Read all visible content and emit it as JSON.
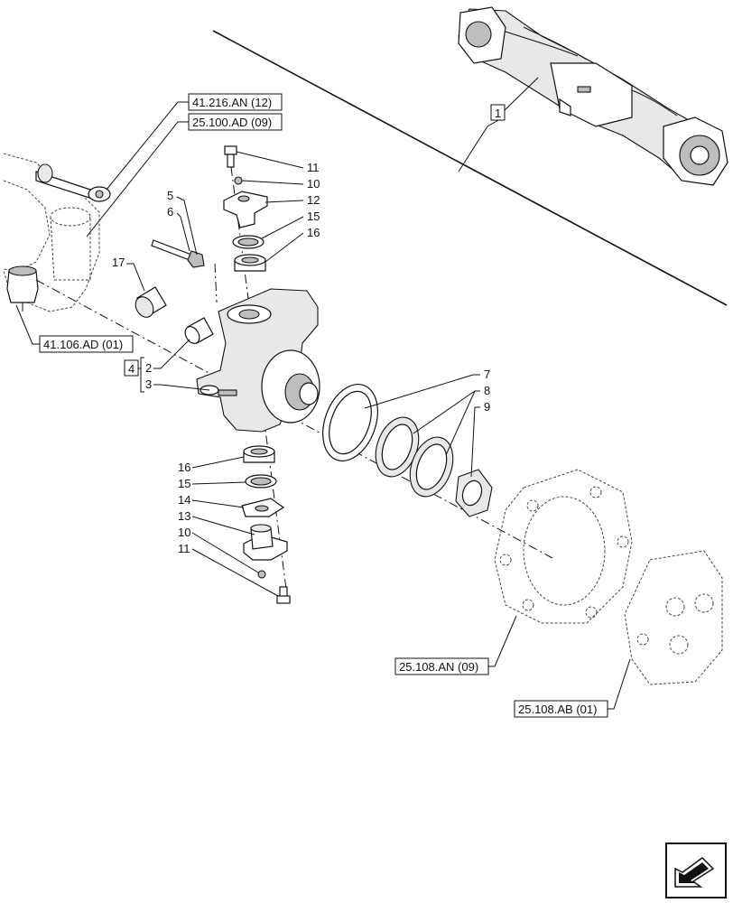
{
  "references": {
    "r1": "41.216.AN (12)",
    "r2": "25.100.AD (09)",
    "r3": "41.106.AD (01)",
    "r4": "25.108.AN (09)",
    "r5": "25.108.AB (01)"
  },
  "assembly_box": "1",
  "group_box": "4",
  "callouts": {
    "c1": "11",
    "c2": "10",
    "c3": "12",
    "c4": "15",
    "c5": "16",
    "c6": "5",
    "c7": "6",
    "c8": "17",
    "c9": "2",
    "c10": "3",
    "c11": "7",
    "c12": "8",
    "c13": "9",
    "c14": "16",
    "c15": "15",
    "c16": "14",
    "c17": "13",
    "c18": "10",
    "c19": "11"
  },
  "nav_icon": "arrow-next-icon"
}
